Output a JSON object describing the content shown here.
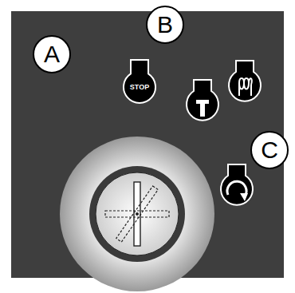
{
  "diagram": {
    "nodes": [
      {
        "text": [
          "A"
        ]
      },
      {
        "text": [
          "B"
        ]
      },
      {
        "text": [
          "STOP"
        ]
      },
      {
        "text": [
          "C"
        ]
      }
    ]
  }
}
